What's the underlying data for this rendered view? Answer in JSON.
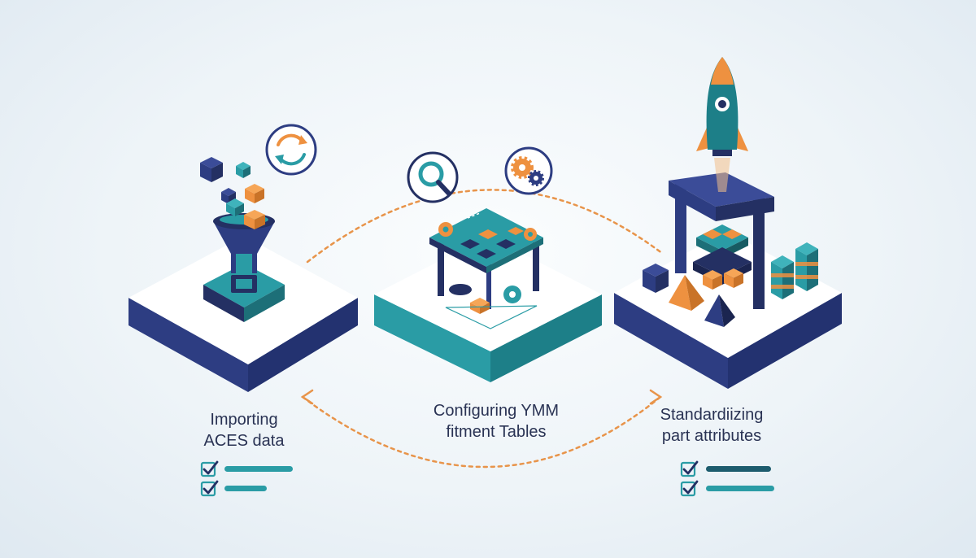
{
  "steps": [
    {
      "id": "import",
      "title_line1": "Importing",
      "title_line2": "ACES data",
      "icon": "funnel-icon",
      "side_icon": "refresh-icon"
    },
    {
      "id": "config",
      "title_line1": "Configuring YMM",
      "title_line2": "fitment Tables",
      "icon": "workbench-icon",
      "side_icons": [
        "magnifier-icon",
        "gear-icon"
      ]
    },
    {
      "id": "standardize",
      "title_line1": "Standardiizing",
      "title_line2": "part attributes",
      "icon": "press-icon",
      "side_icon": "rocket-icon"
    }
  ],
  "checklists": {
    "import": {
      "items": 2,
      "checked": 2
    },
    "standardize": {
      "items": 2,
      "checked": 2
    }
  },
  "colors": {
    "navy": "#2d3d82",
    "dark_navy": "#243063",
    "teal": "#2a9ca5",
    "dark_teal": "#1d6f78",
    "orange": "#ee9140",
    "dashed_flow": "#e8944a",
    "platform_top": "#ffffff",
    "text": "#2a3354"
  }
}
